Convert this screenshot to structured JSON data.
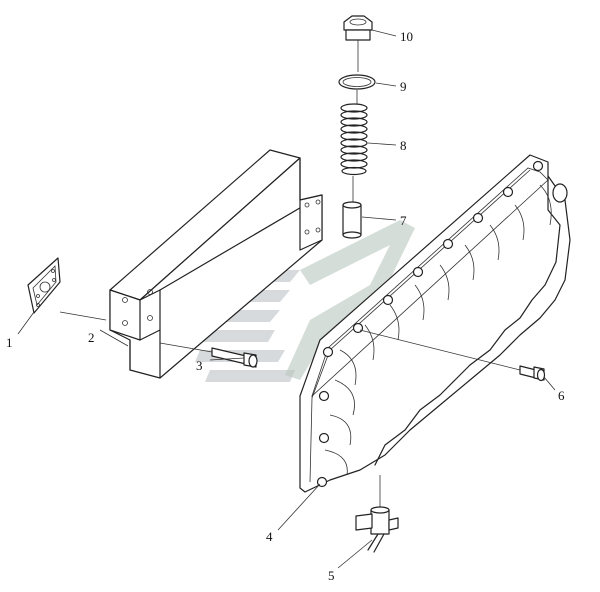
{
  "callouts": [
    {
      "id": "1",
      "label": "1"
    },
    {
      "id": "2",
      "label": "2"
    },
    {
      "id": "3",
      "label": "3"
    },
    {
      "id": "4",
      "label": "4"
    },
    {
      "id": "5",
      "label": "5"
    },
    {
      "id": "6",
      "label": "6"
    },
    {
      "id": "7",
      "label": "7"
    },
    {
      "id": "8",
      "label": "8"
    },
    {
      "id": "9",
      "label": "9"
    },
    {
      "id": "10",
      "label": "10"
    }
  ],
  "watermark": {
    "icon": "company-logo-icon"
  },
  "colors": {
    "line": "#222222",
    "background": "#ffffff",
    "watermark": "#c9cdd0"
  }
}
